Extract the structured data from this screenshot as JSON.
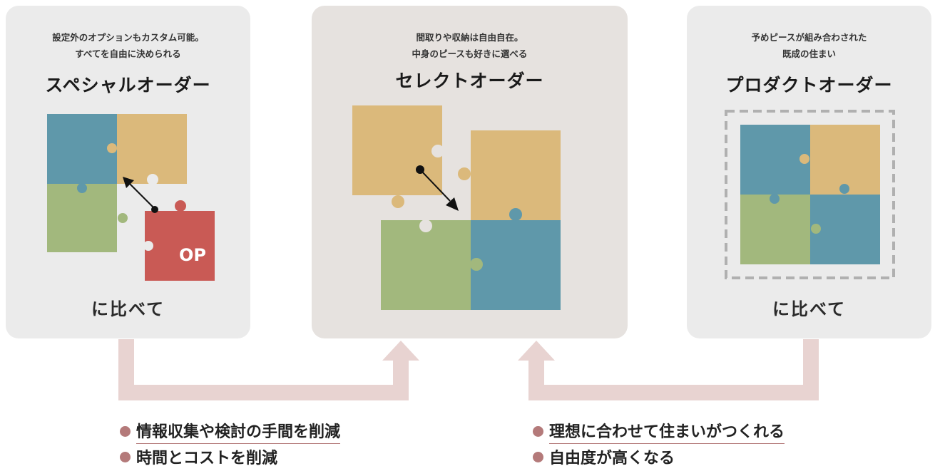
{
  "cards": {
    "special": {
      "desc_lines": [
        "設定外のオプションもカスタム可能。",
        "すべてを自由に決められる"
      ],
      "title": "スペシャルオーダー",
      "badge": "OP",
      "compare": "に比べて"
    },
    "select": {
      "desc_lines": [
        "間取りや収納は自由自在。",
        "中身のピースも好きに選べる"
      ],
      "title": "セレクトオーダー"
    },
    "product": {
      "desc_lines": [
        "予めピースが組み合わされた",
        "既成の住まい"
      ],
      "title": "プロダクトオーダー",
      "compare": "に比べて"
    }
  },
  "benefits_left": [
    "情報収集や検討の手間を削減",
    "時間とコストを削減"
  ],
  "benefits_right": [
    "理想に合わせて住まいがつくれる",
    "自由度が高くなる"
  ],
  "colors": {
    "teal": "#5f98aa",
    "mustard": "#dbb97b",
    "green": "#a2b87d",
    "red": "#c95a55",
    "arrow_pink": "#e8d3d1",
    "bullet": "#b47a7a"
  }
}
